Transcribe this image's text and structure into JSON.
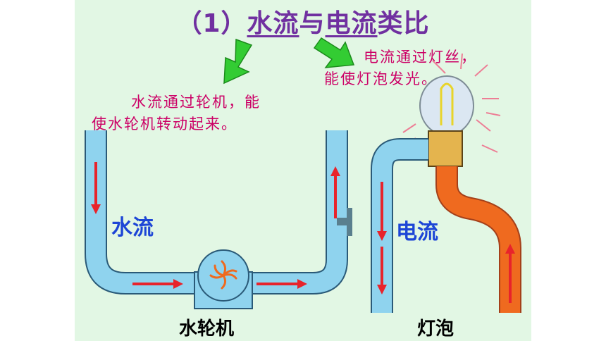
{
  "title": {
    "prefix": "（1）",
    "water": "水流",
    "connector": "与",
    "current": "电流",
    "suffix": "类比"
  },
  "notes": {
    "water_line1": "水流通过轮机，能",
    "water_line2": "使水轮机转动起来。",
    "current_line1": "电流通过灯丝，",
    "current_line2": "能使灯泡发光。"
  },
  "labels": {
    "water_flow": "水流",
    "electric_current": "电流",
    "water_turbine": "水轮机",
    "bulb": "灯泡"
  },
  "colors": {
    "title": "#7030a0",
    "note": "#cc0066",
    "pipe_blue": "#8fd3ee",
    "pipe_orange": "#ef6a1f",
    "arrow_red": "#e8232b",
    "label_blue": "#1d46d6",
    "pointer_green": "#33cc33"
  }
}
